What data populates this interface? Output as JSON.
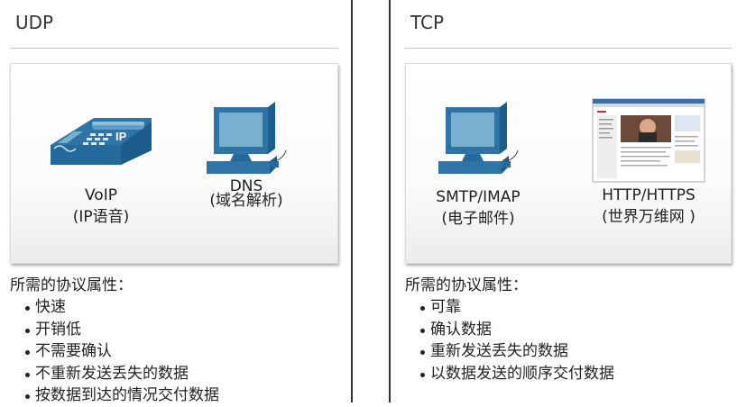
{
  "udp": {
    "title": "UDP",
    "apps": [
      {
        "name": "VoIP",
        "desc": "(IP语音)",
        "icon": "ip-phone-icon",
        "icon_text": "IP"
      },
      {
        "name": "DNS",
        "desc": "(域名解析)",
        "icon": "desktop-computer-icon"
      }
    ],
    "properties_heading": "所需的协议属性：",
    "properties": [
      "快速",
      "开销低",
      "不需要确认",
      "不重新发送丢失的数据",
      "按数据到达的情况交付数据"
    ]
  },
  "tcp": {
    "title": "TCP",
    "apps": [
      {
        "name": "SMTP/IMAP",
        "desc": "(电子邮件)",
        "icon": "desktop-computer-icon"
      },
      {
        "name": "HTTP/HTTPS",
        "desc": "(世界万维网 )",
        "icon": "web-page-icon"
      }
    ],
    "properties_heading": "所需的协议属性：",
    "properties": [
      "可靠",
      "确认数据",
      "重新发送丢失的数据",
      "以数据发送的顺序交付数据"
    ]
  },
  "colors": {
    "device_blue": "#2e74a6",
    "screen_blue": "#7ab0cf",
    "divider": "#333333"
  }
}
